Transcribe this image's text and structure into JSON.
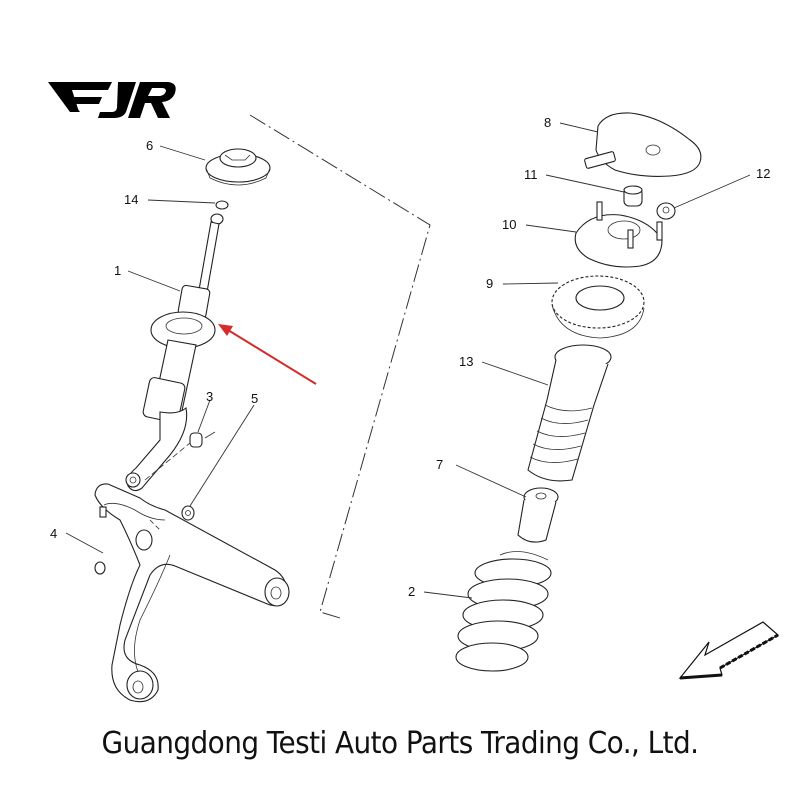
{
  "brand": {
    "logo_text": "FJR"
  },
  "diagram": {
    "title": "Front suspension strut assembly exploded view",
    "highlight_color": "#d62b2b",
    "highlighted_part": "1",
    "callouts": [
      {
        "id": "c1",
        "label": "1",
        "part": "shock-absorber-strut"
      },
      {
        "id": "c2",
        "label": "2",
        "part": "coil-spring"
      },
      {
        "id": "c3",
        "label": "3",
        "part": "bushing"
      },
      {
        "id": "c4",
        "label": "4",
        "part": "bolt"
      },
      {
        "id": "c5",
        "label": "5",
        "part": "nut"
      },
      {
        "id": "c6",
        "label": "6",
        "part": "spring-seat"
      },
      {
        "id": "c7",
        "label": "7",
        "part": "bump-stop"
      },
      {
        "id": "c8",
        "label": "8",
        "part": "strut-top-cover"
      },
      {
        "id": "c9",
        "label": "9",
        "part": "upper-spring-isolator"
      },
      {
        "id": "c10",
        "label": "10",
        "part": "strut-top-mount"
      },
      {
        "id": "c11",
        "label": "11",
        "part": "top-nut-cap"
      },
      {
        "id": "c12",
        "label": "12",
        "part": "flange-nut"
      },
      {
        "id": "c13",
        "label": "13",
        "part": "dust-boot"
      },
      {
        "id": "c14",
        "label": "14",
        "part": "washer-nut"
      }
    ],
    "direction_arrow": "front-direction-arrow"
  },
  "caption": {
    "text": "Guangdong Testi Auto Parts Trading Co., Ltd."
  }
}
